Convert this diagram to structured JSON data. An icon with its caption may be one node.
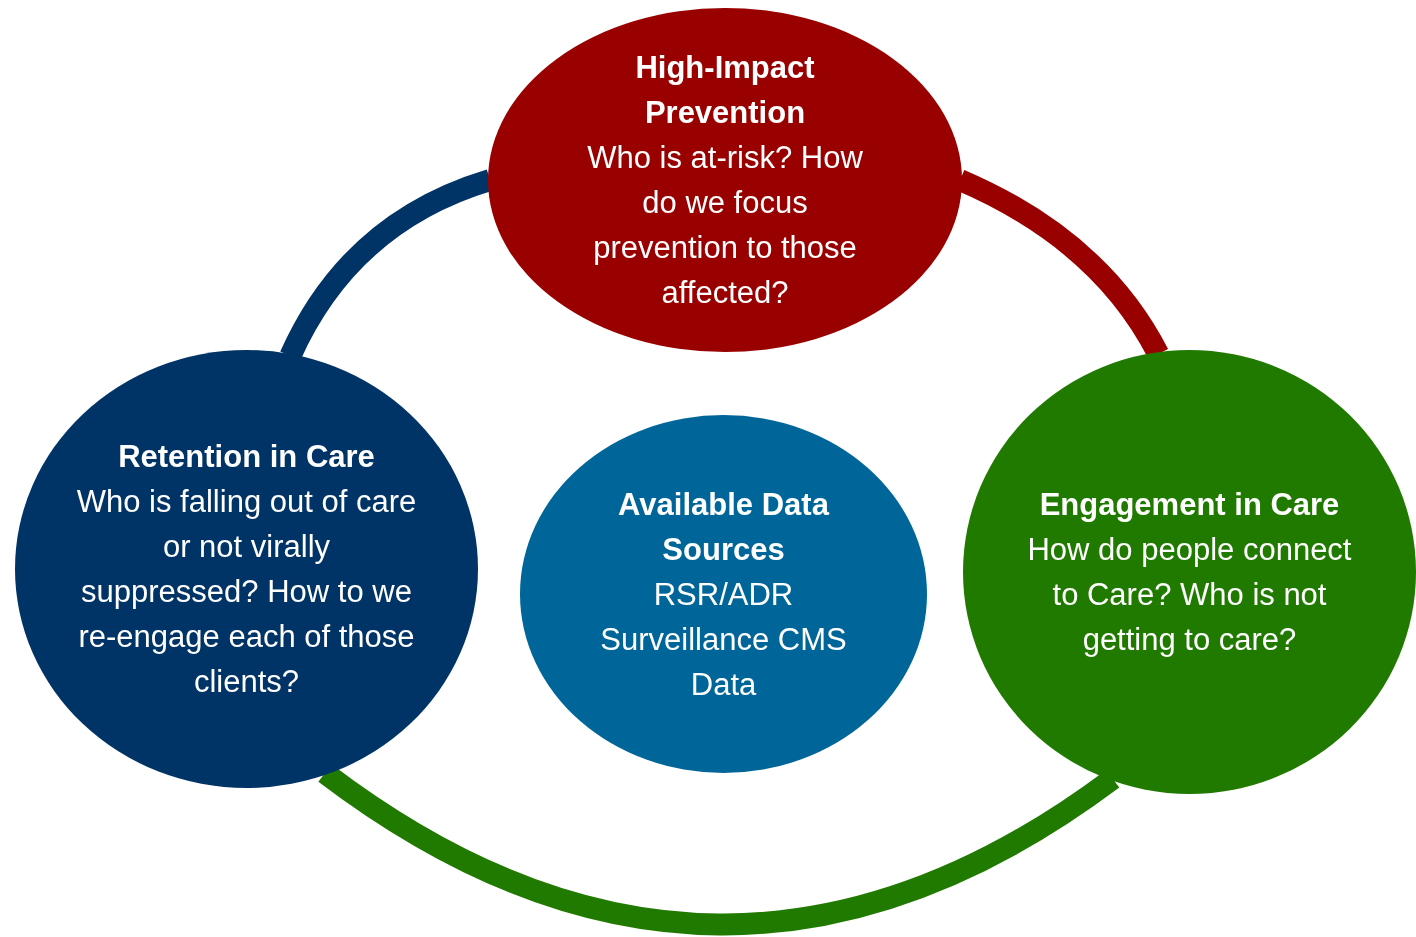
{
  "diagram": {
    "nodes": [
      {
        "text": [
          "High-Impact Prevention",
          "Who is at-risk? How do we focus prevention to those affected?"
        ]
      },
      {
        "text": [
          "Retention in Care",
          "Who is falling out of care or not virally suppressed? How to we re-engage each of those clients?"
        ]
      },
      {
        "text": [
          "Available Data Sources",
          "RSR/ADR Surveillance CMS Data"
        ]
      },
      {
        "text": [
          "Engagement in Care",
          "How do people connect to Care? Who is not getting to care?"
        ]
      }
    ],
    "edges": [
      {
        "from": 1,
        "to": 0,
        "arrow": "none",
        "color": "#003366"
      },
      {
        "from": 0,
        "to": 3,
        "arrow": "none",
        "color": "#990000"
      },
      {
        "from": 3,
        "to": 1,
        "arrow": "none",
        "color": "#217a00"
      }
    ]
  }
}
